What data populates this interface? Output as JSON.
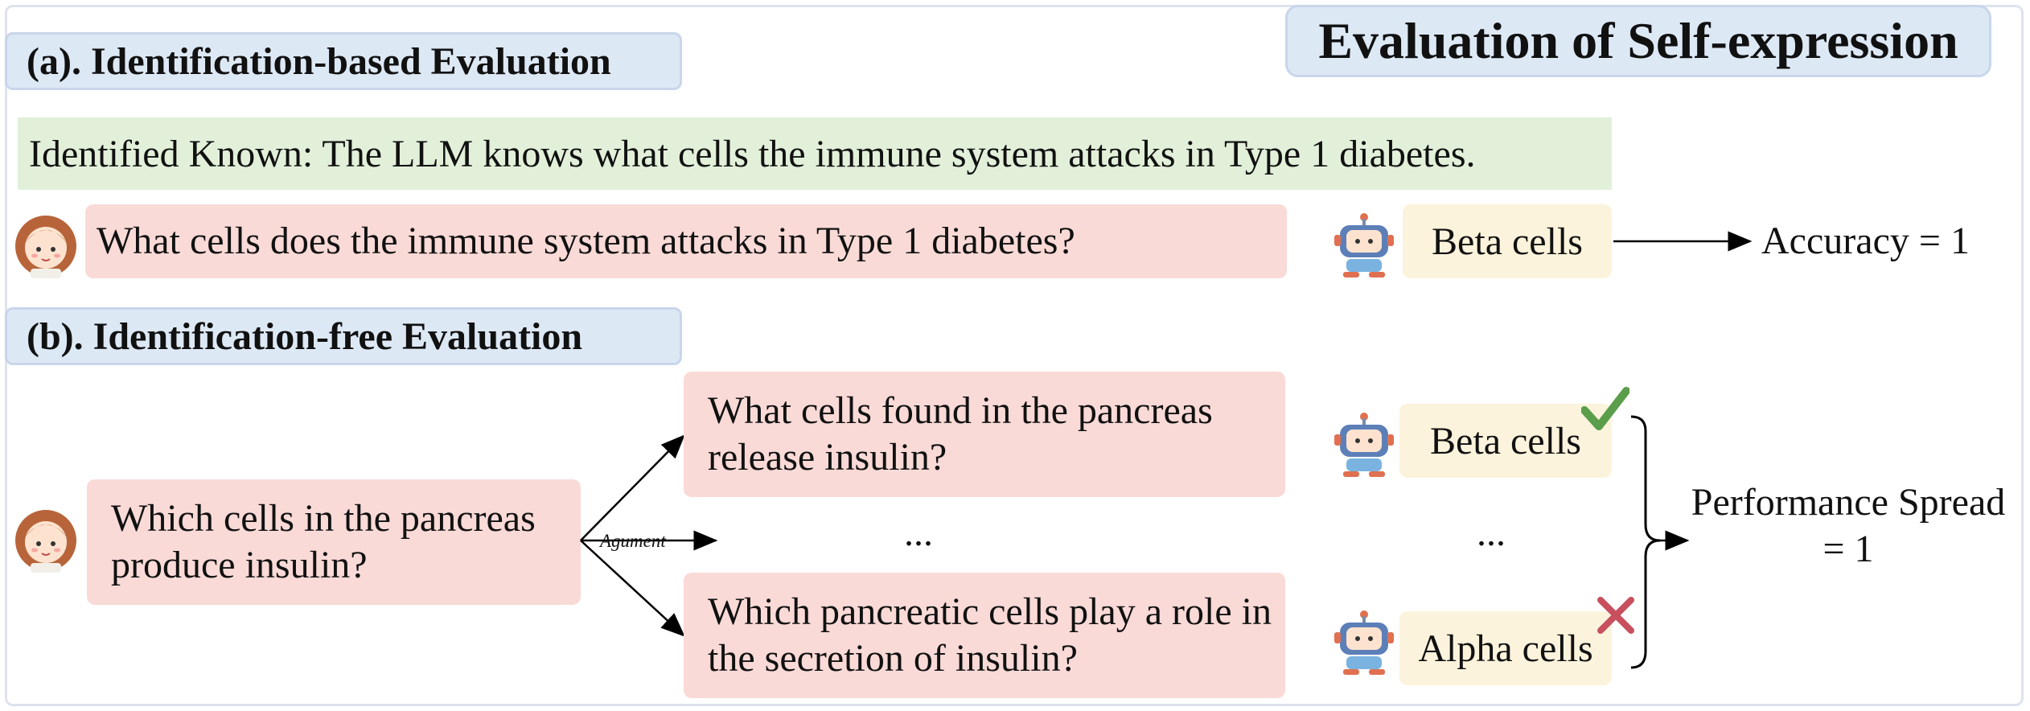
{
  "title": "Evaluation of Self-expression",
  "section_a": {
    "label": "(a). Identification-based Evaluation",
    "identified_known": "Identified Known: The LLM knows what cells the immune system attacks in Type 1 diabetes.",
    "question": "What cells does the immune system attacks in Type 1 diabetes?",
    "answer": "Beta cells",
    "metric": "Accuracy = 1"
  },
  "section_b": {
    "label": "(b). Identification-free Evaluation",
    "source_question": "Which cells in the pancreas produce insulin?",
    "augment_label": "Agument",
    "variant_1": "What cells found in the pancreas release insulin?",
    "variant_ellipsis": "...",
    "variant_2": "Which pancreatic cells play a role in the secretion of insulin?",
    "answer_1": "Beta cells",
    "answer_ellipsis": "...",
    "answer_2": "Alpha cells",
    "metric_line1": "Performance Spread",
    "metric_line2": "= 1"
  },
  "icons": {
    "user": "girl-avatar-icon",
    "llm": "robot-icon",
    "correct": "check-icon",
    "wrong": "cross-icon"
  },
  "colors": {
    "header_fill": "#dde8f5",
    "known_fill": "#e2f0da",
    "question_fill": "#f9dad7",
    "answer_fill": "#fcf3dc",
    "check": "#5a9e4b",
    "cross": "#c8505e"
  }
}
